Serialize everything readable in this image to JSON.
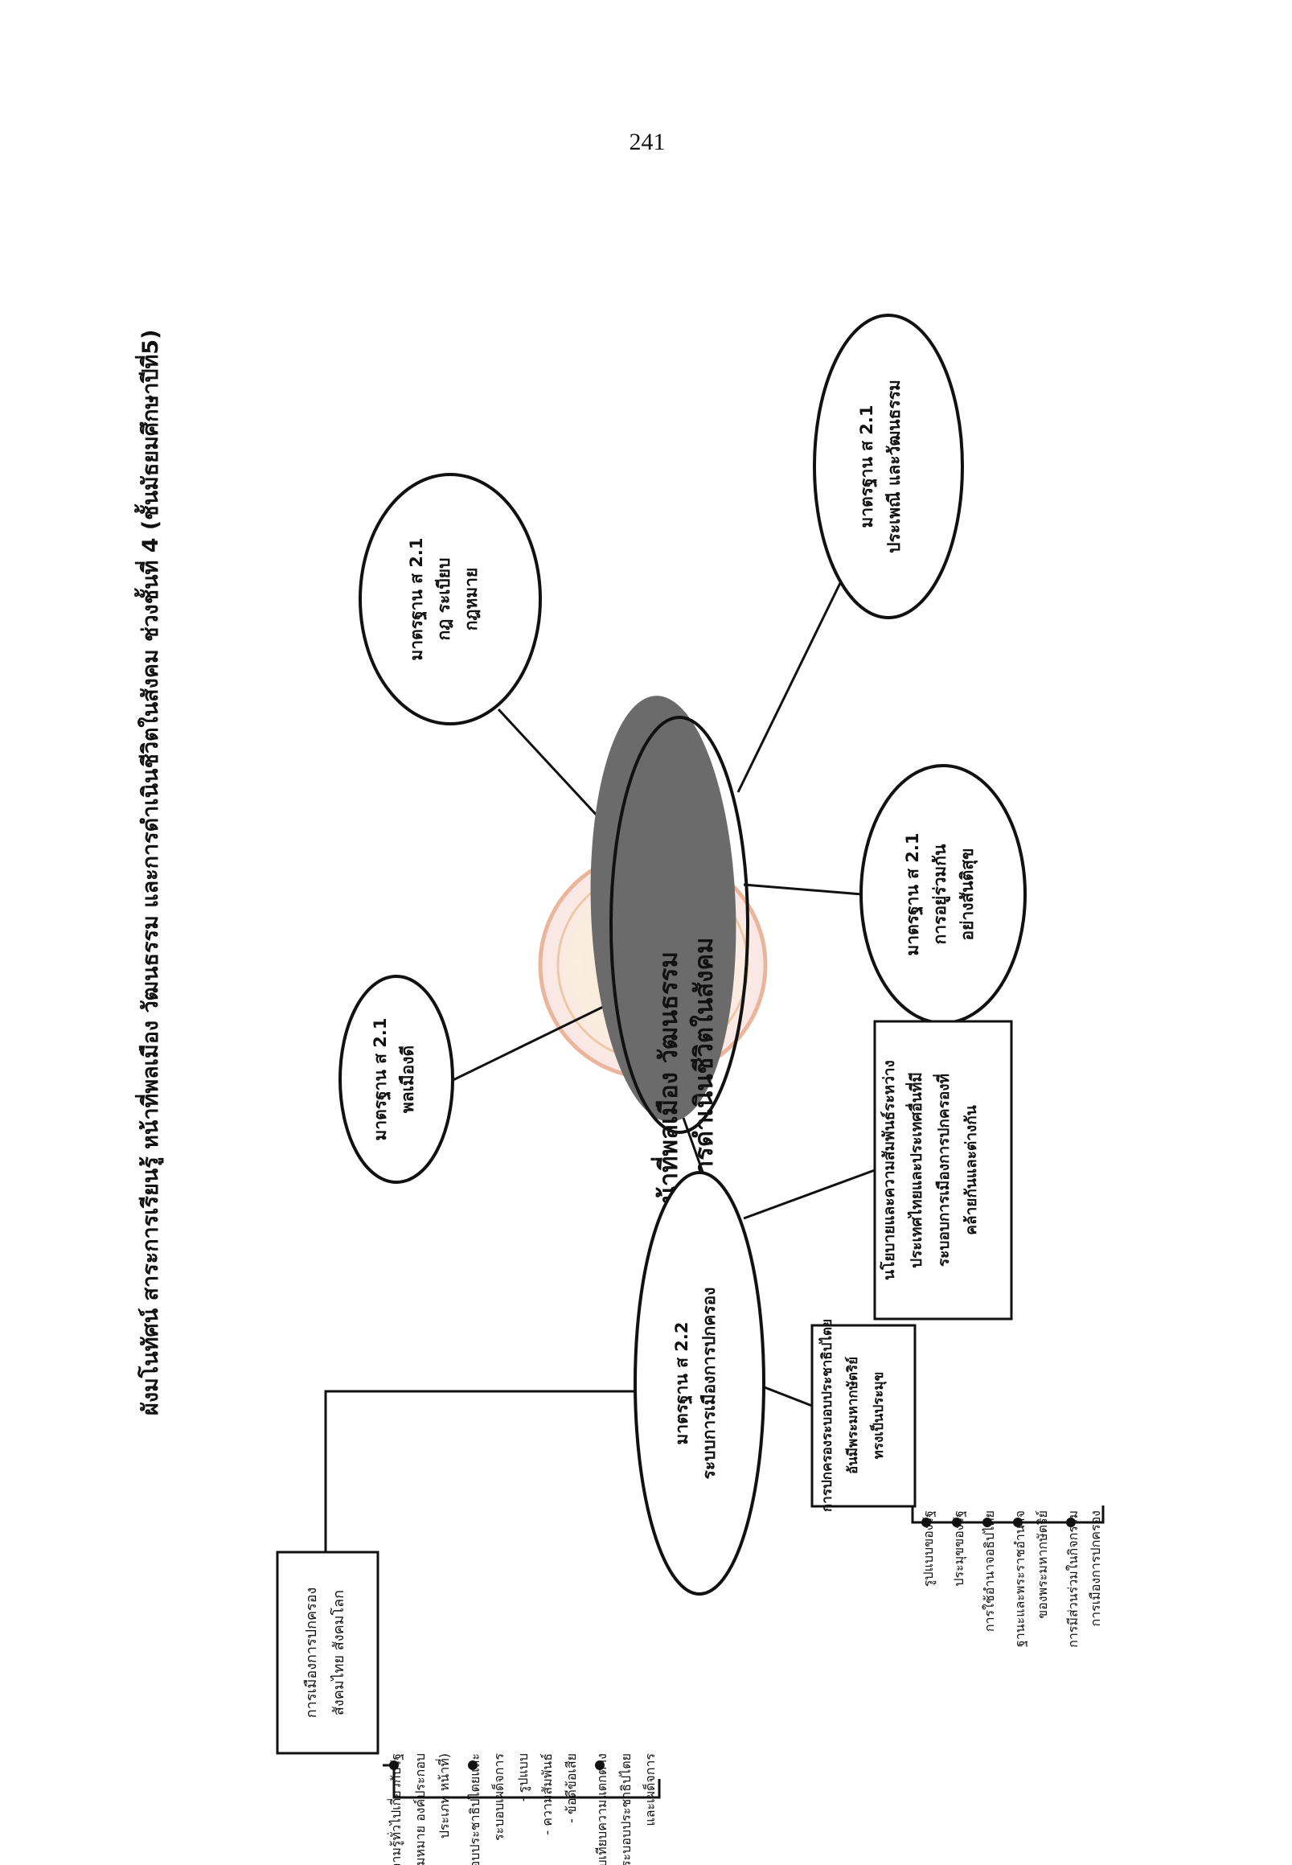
{
  "page_number": "241",
  "title": "ผังมโนทัศน์  สาระการเรียนรู้ หน้าที่พลเมือง วัฒนธรรม และการดำเนินชีวิตในสังคม  ช่วงชั้นที่  4 (ชั้นมัธยมศึกษาปีที่5)",
  "center_node": {
    "lines": [
      "หน้าที่พลเมือง วัฒนธรรม",
      "และการดำเนินชีวิตในสังคม"
    ]
  },
  "nodes": [
    {
      "id": "civic-duty",
      "lines": [
        "มาตรฐาน ส 2.1",
        "พลเมืองดี"
      ]
    },
    {
      "id": "law",
      "lines": [
        "มาตรฐาน ส 2.1",
        "กฎ ระเบียบ",
        "กฎหมาย"
      ]
    },
    {
      "id": "tradition",
      "lines": [
        "มาตรฐาน ส 2.1",
        "ประเพณี และวัฒนธรรม"
      ]
    },
    {
      "id": "peaceful-living",
      "lines": [
        "มาตรฐาน ส 2.1",
        "การอยู่ร่วมกัน",
        "อย่างสันติสุข"
      ]
    },
    {
      "id": "government",
      "lines": [
        "มาตรฐาน ส 2.2",
        "ระบบการเมืองการปกครอง"
      ]
    }
  ],
  "box_foreign_policy": {
    "lines": [
      "นโยบายและความสัมพันธ์ระหว่าง",
      "ประเทศไทยและประเทศอื่นที่มี",
      "ระบอบการเมืองการปกครองที่",
      "คล้ายกันและต่างกัน"
    ]
  },
  "box_democracy": {
    "lines": [
      "การปกครองระบอบประชาธิปไตย",
      "อันมีพระมหากษัตริย์",
      "ทรงเป็นประมุข"
    ],
    "items": [
      [
        "รูปแบบของรัฐ"
      ],
      [
        "ประมุขของรัฐ"
      ],
      [
        "การใช้อำนาจอธิปไตย"
      ],
      [
        "ฐานะและพระราชอำนาจ",
        "ของพระมหากษัตริย์"
      ],
      [
        "การมีส่วนร่วมในกิจกรรม",
        "การเมืองการปกครอง"
      ]
    ]
  },
  "box_world_politics": {
    "lines": [
      "การเมืองการปกครอง",
      "สังคมไทย สังคมโลก"
    ],
    "items": [
      [
        "ความรู้ทั่วไปเกี่ยวกับรัฐ",
        "(ความหมาย องค์ประกอบ",
        "ประเภท หน้าที่)"
      ],
      [
        "ระบอบประชาธิปไตยและ",
        "ระบอบเผด็จการ",
        "- รูปแบบ",
        "- ความสัมพันธ์",
        "- ข้อดีข้อเสีย"
      ],
      [
        "เปรียบเทียบความแตกต่าง",
        "ระหว่างระบอบประชาธิปไตย",
        "และเผด็จการ"
      ]
    ]
  }
}
